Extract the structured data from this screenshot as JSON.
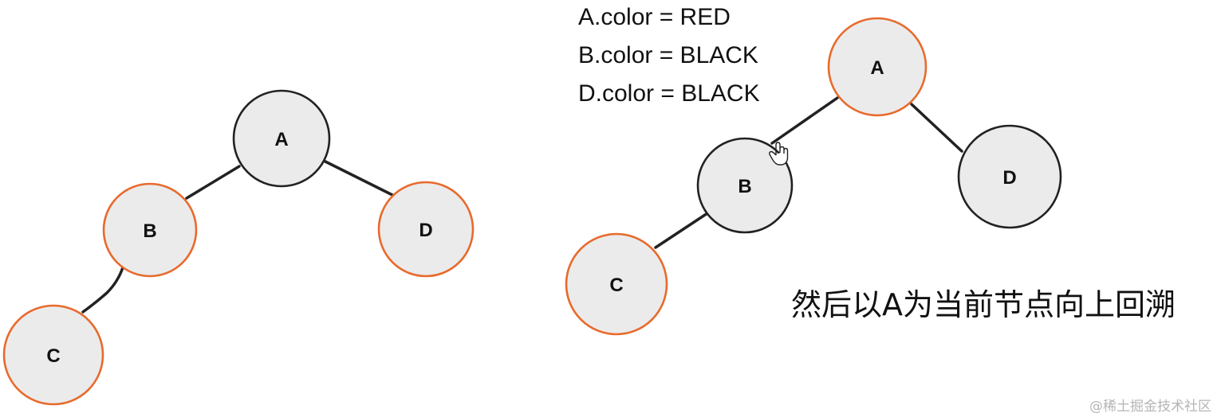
{
  "colors": {
    "red_node_stroke": "#e86a2c",
    "black_node_stroke": "#222222",
    "node_fill": "#ebebeb",
    "edge": "#222222"
  },
  "left_tree": {
    "nodes": [
      {
        "label": "A",
        "color": "black"
      },
      {
        "label": "B",
        "color": "red"
      },
      {
        "label": "D",
        "color": "red"
      },
      {
        "label": "C",
        "color": "red"
      }
    ],
    "edges": [
      [
        "A",
        "B"
      ],
      [
        "A",
        "D"
      ],
      [
        "B",
        "C"
      ]
    ]
  },
  "right_tree": {
    "nodes": [
      {
        "label": "A",
        "color": "red"
      },
      {
        "label": "B",
        "color": "black"
      },
      {
        "label": "D",
        "color": "black"
      },
      {
        "label": "C",
        "color": "red"
      }
    ],
    "edges": [
      [
        "A",
        "B"
      ],
      [
        "A",
        "D"
      ],
      [
        "B",
        "C"
      ]
    ]
  },
  "code_lines": [
    "A.color = RED",
    "B.color = BLACK",
    "D.color = BLACK"
  ],
  "caption": "然后以A为当前节点向上回溯",
  "watermark": "@稀土掘金技术社区",
  "cursor_icon": "hand-pointer-icon"
}
